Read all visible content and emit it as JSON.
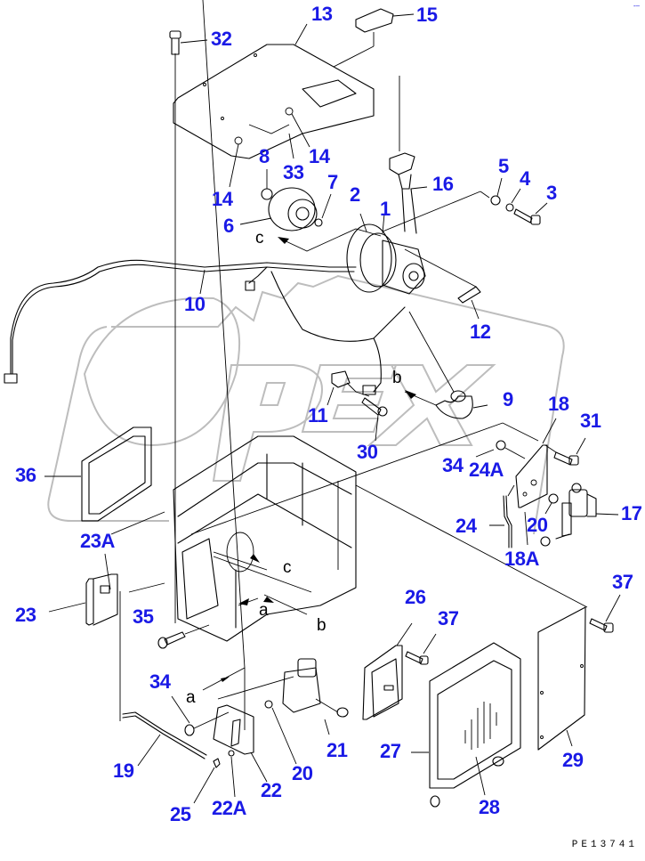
{
  "diagram": {
    "title": "Air conditioner unit exploded parts diagram",
    "drawing_code": "PE13741",
    "colors": {
      "callout": "#1a1ae6",
      "line_art": "#000000",
      "watermark": "#bdbdbd",
      "background": "#ffffff"
    },
    "watermark_text": "OPEX",
    "corner_mark": "-–",
    "callouts": [
      {
        "id": "c13",
        "label": "13"
      },
      {
        "id": "c15",
        "label": "15"
      },
      {
        "id": "c32",
        "label": "32"
      },
      {
        "id": "c14a",
        "label": "14"
      },
      {
        "id": "c14b",
        "label": "14"
      },
      {
        "id": "c33",
        "label": "33"
      },
      {
        "id": "c8",
        "label": "8"
      },
      {
        "id": "c7",
        "label": "7"
      },
      {
        "id": "c2",
        "label": "2"
      },
      {
        "id": "c1",
        "label": "1"
      },
      {
        "id": "c16",
        "label": "16"
      },
      {
        "id": "c5",
        "label": "5"
      },
      {
        "id": "c4",
        "label": "4"
      },
      {
        "id": "c3",
        "label": "3"
      },
      {
        "id": "c6",
        "label": "6"
      },
      {
        "id": "c10",
        "label": "10"
      },
      {
        "id": "c12",
        "label": "12"
      },
      {
        "id": "c11",
        "label": "11"
      },
      {
        "id": "c9",
        "label": "9"
      },
      {
        "id": "c18",
        "label": "18"
      },
      {
        "id": "c31",
        "label": "31"
      },
      {
        "id": "c30",
        "label": "30"
      },
      {
        "id": "c34a",
        "label": "34"
      },
      {
        "id": "c24A",
        "label": "24A"
      },
      {
        "id": "c36",
        "label": "36"
      },
      {
        "id": "c24",
        "label": "24"
      },
      {
        "id": "c20a",
        "label": "20"
      },
      {
        "id": "c17",
        "label": "17"
      },
      {
        "id": "c18A",
        "label": "18A"
      },
      {
        "id": "c23A",
        "label": "23A"
      },
      {
        "id": "c23",
        "label": "23"
      },
      {
        "id": "c35",
        "label": "35"
      },
      {
        "id": "c26",
        "label": "26"
      },
      {
        "id": "c37a",
        "label": "37"
      },
      {
        "id": "c37b",
        "label": "37"
      },
      {
        "id": "c34b",
        "label": "34"
      },
      {
        "id": "c21",
        "label": "21"
      },
      {
        "id": "c20b",
        "label": "20"
      },
      {
        "id": "c27",
        "label": "27"
      },
      {
        "id": "c29",
        "label": "29"
      },
      {
        "id": "c19",
        "label": "19"
      },
      {
        "id": "c22",
        "label": "22"
      },
      {
        "id": "c25",
        "label": "25"
      },
      {
        "id": "c22A",
        "label": "22A"
      },
      {
        "id": "c28",
        "label": "28"
      }
    ],
    "references": [
      {
        "id": "r-c-top",
        "label": "c"
      },
      {
        "id": "r-b-mid",
        "label": "b"
      },
      {
        "id": "r-c-case",
        "label": "c"
      },
      {
        "id": "r-a-case",
        "label": "a"
      },
      {
        "id": "r-b-case",
        "label": "b"
      },
      {
        "id": "r-a-bottom",
        "label": "a"
      }
    ]
  }
}
